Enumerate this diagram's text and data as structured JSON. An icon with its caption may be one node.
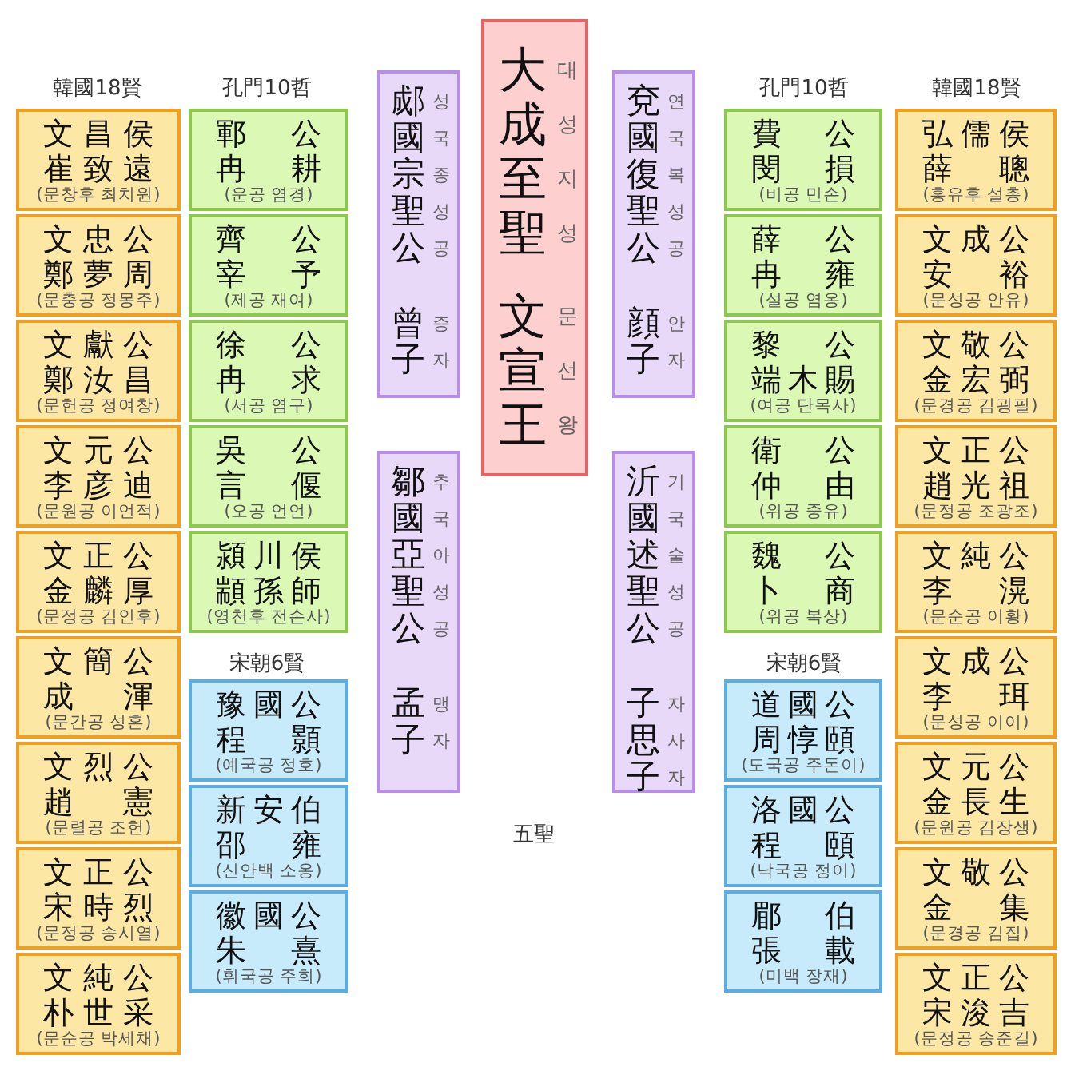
{
  "diagram": {
    "nodes": [
      {
        "text": [
          "文昌侯",
          "崔致遠",
          "(문창후 최치원)"
        ]
      },
      {
        "text": [
          "文忠公",
          "鄭夢周",
          "(문충공 정몽주)"
        ]
      },
      {
        "text": [
          "文獻公",
          "鄭汝昌",
          "(문헌공 정여창)"
        ]
      },
      {
        "text": [
          "文元公",
          "李彦迪",
          "(문원공 이언적)"
        ]
      },
      {
        "text": [
          "文正公",
          "金麟厚",
          "(문정공 김인후)"
        ]
      },
      {
        "text": [
          "文簡公",
          "成渾",
          "(문간공 성혼)"
        ]
      },
      {
        "text": [
          "文烈公",
          "趙憲",
          "(문렬공 조헌)"
        ]
      },
      {
        "text": [
          "文正公",
          "宋時烈",
          "(문정공 송시열)"
        ]
      },
      {
        "text": [
          "文純公",
          "朴世采",
          "(문순공 박세채)"
        ]
      },
      {
        "text": [
          "鄆公",
          "冉耕",
          "(운공 염경)"
        ]
      },
      {
        "text": [
          "齊公",
          "宰予",
          "(제공 재여)"
        ]
      },
      {
        "text": [
          "徐公",
          "冉求",
          "(서공 염구)"
        ]
      },
      {
        "text": [
          "吳公",
          "言偃",
          "(오공 언언)"
        ]
      },
      {
        "text": [
          "潁川侯",
          "顓孫師",
          "(영천후 전손사)"
        ]
      },
      {
        "text": [
          "豫國公",
          "程顥",
          "(예국공 정호)"
        ]
      },
      {
        "text": [
          "新安伯",
          "邵雍",
          "(신안백 소옹)"
        ]
      },
      {
        "text": [
          "徽國公",
          "朱熹",
          "(휘국공 주희)"
        ]
      },
      {
        "text": [
          "郕國宗聖公",
          "성국종성공",
          "曾子",
          "증자"
        ]
      },
      {
        "text": [
          "鄒國亞聖公",
          "추국아성공",
          "孟子",
          "맹자"
        ]
      },
      {
        "text": [
          "大成至聖",
          "대성지성",
          "文宣王",
          "문선왕"
        ]
      },
      {
        "text": [
          "兗國復聖公",
          "연국복성공",
          "顔子",
          "안자"
        ]
      },
      {
        "text": [
          "沂國述聖公",
          "기국술성공",
          "子思子",
          "자사자"
        ]
      },
      {
        "text": [
          "費公",
          "閔損",
          "(비공 민손)"
        ]
      },
      {
        "text": [
          "薛公",
          "冉雍",
          "(설공 염옹)"
        ]
      },
      {
        "text": [
          "黎公",
          "端木賜",
          "(여공 단목사)"
        ]
      },
      {
        "text": [
          "衛公",
          "仲由",
          "(위공 중유)"
        ]
      },
      {
        "text": [
          "魏公",
          "卜商",
          "(위공 복상)"
        ]
      },
      {
        "text": [
          "道國公",
          "周惇頤",
          "(도국공 주돈이)"
        ]
      },
      {
        "text": [
          "洛國公",
          "程頤",
          "(낙국공 정이)"
        ]
      },
      {
        "text": [
          "郿伯",
          "張載",
          "(미백 장재)"
        ]
      },
      {
        "text": [
          "弘儒侯",
          "薛聰",
          "(홍유후 설총)"
        ]
      },
      {
        "text": [
          "文成公",
          "安裕",
          "(문성공 안유)"
        ]
      },
      {
        "text": [
          "文敬公",
          "金宏弼",
          "(문경공 김굉필)"
        ]
      },
      {
        "text": [
          "文正公",
          "趙光祖",
          "(문정공 조광조)"
        ]
      },
      {
        "text": [
          "文純公",
          "李滉",
          "(문순공 이황)"
        ]
      },
      {
        "text": [
          "文成公",
          "李珥",
          "(문성공 이이)"
        ]
      },
      {
        "text": [
          "文元公",
          "金長生",
          "(문원공 김장생)"
        ]
      },
      {
        "text": [
          "文敬公",
          "金集",
          "(문경공 김집)"
        ]
      },
      {
        "text": [
          "文正公",
          "宋浚吉",
          "(문정공 송준길)"
        ]
      }
    ],
    "labels": [
      "韓國18賢",
      "孔門10哲",
      "孔門10哲",
      "韓國18賢",
      "宋朝6賢",
      "宋朝6賢",
      "五聖"
    ]
  }
}
